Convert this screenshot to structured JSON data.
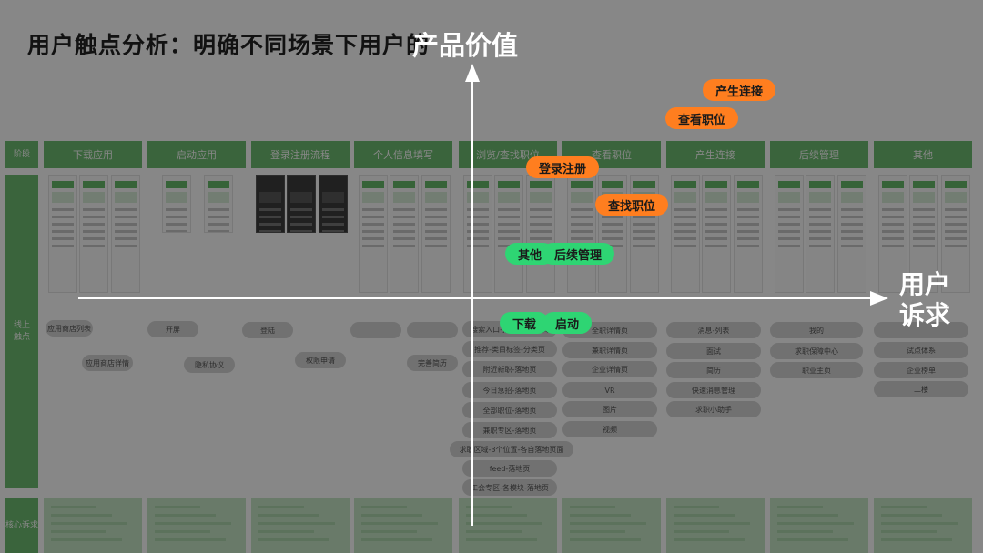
{
  "title": "用户触点分析：明确不同场景下用户的",
  "row_labels": {
    "stage": "阶段",
    "touchpoints": "线上\n触点",
    "core_needs": "核心诉求"
  },
  "stages": [
    "下载应用",
    "启动应用",
    "登录注册流程",
    "个人信息填写",
    "浏览/查找职位",
    "查看职位",
    "产生连接",
    "后续管理",
    "其他"
  ],
  "touchpoints": [
    [
      "应用商店列表",
      "应用商店详情"
    ],
    [
      "开屏",
      "隐私协议"
    ],
    [
      "登陆",
      "权限申请"
    ],
    [
      "",
      "",
      "完善简历"
    ],
    [
      "搜索入口-推荐页-搜索页",
      "推荐-类目标签-分类页",
      "附近新职-落地页",
      "今日急招-落地页",
      "全部职位-落地页",
      "兼职专区-落地页",
      "求职区域-3个位置-各自落地页面",
      "feed-落地页",
      "工会专区-各模块-落地页"
    ],
    [
      "全职详情页",
      "兼职详情页",
      "企业详情页",
      "VR",
      "图片",
      "视频"
    ],
    [
      "消息-列表",
      "面试",
      "简历",
      "快速消息管理",
      "求职小助手"
    ],
    [
      "我的",
      "求职保障中心",
      "职业主页"
    ],
    [
      "",
      "试点体系",
      "企业榜单",
      "二楼"
    ]
  ],
  "chart_data": {
    "type": "scatter",
    "title": "",
    "xlabel": "用户\n诉求",
    "ylabel": "产品价值",
    "points": [
      {
        "label": "产生连接",
        "x": 7.4,
        "y": 9.2,
        "color": "#ff7e1f"
      },
      {
        "label": "查看职位",
        "x": 6.7,
        "y": 7.9,
        "color": "#ff7e1f"
      },
      {
        "label": "登录注册",
        "x": 4.1,
        "y": 5.6,
        "color": "#ff7e1f"
      },
      {
        "label": "查找职位",
        "x": 5.4,
        "y": 3.9,
        "color": "#ff7e1f"
      },
      {
        "label": "其他",
        "x": 3.5,
        "y": 1.6,
        "color": "#2ed573"
      },
      {
        "label": "后续管理",
        "x": 4.4,
        "y": 1.6,
        "color": "#2ed573"
      },
      {
        "label": "下载",
        "x": 3.4,
        "y": -1.6,
        "color": "#2ed573"
      },
      {
        "label": "启动",
        "x": 4.2,
        "y": -1.6,
        "color": "#2ed573"
      }
    ],
    "xlim": [
      -4.9,
      10
    ],
    "ylim": [
      -11,
      10
    ],
    "origin": [
      0,
      0
    ],
    "grid": false
  }
}
